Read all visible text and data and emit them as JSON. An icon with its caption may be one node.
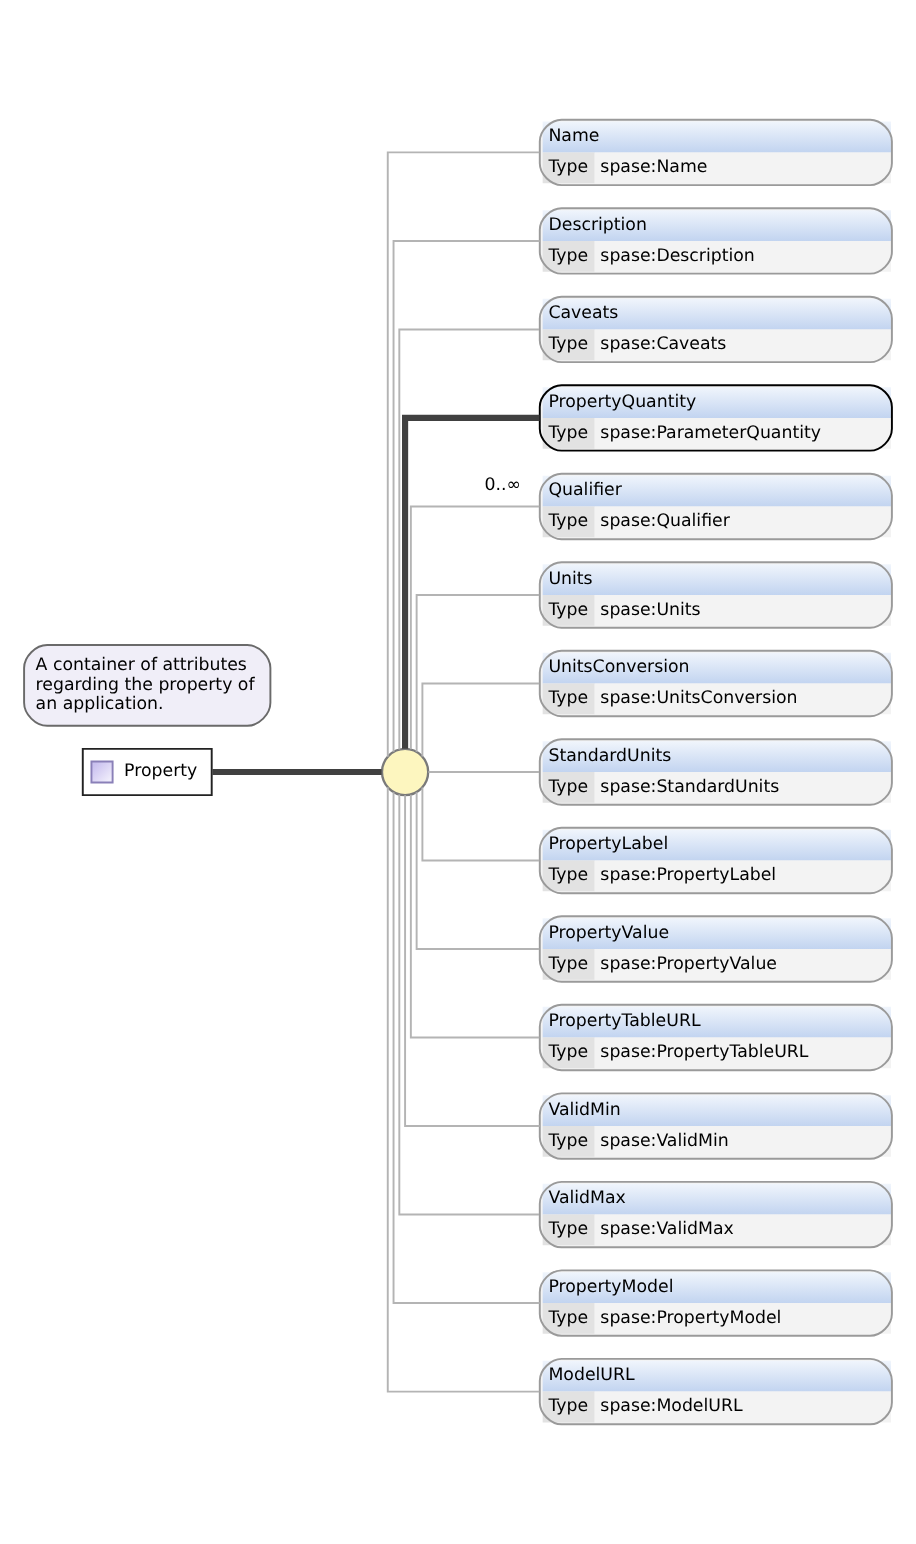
{
  "diagram": {
    "nodes": [
      {
        "text": [
          "Property"
        ]
      },
      {
        "text": [
          "A container of attributes regarding the property of an application."
        ]
      },
      {
        "text": [],
        "shape": "circle"
      },
      {
        "text": [
          "Name",
          "Type",
          "spase:Name"
        ]
      },
      {
        "text": [
          "Description",
          "Type",
          "spase:Description"
        ]
      },
      {
        "text": [
          "Caveats",
          "Type",
          "spase:Caveats"
        ]
      },
      {
        "text": [
          "PropertyQuantity",
          "Type",
          "spase:ParameterQuantity"
        ]
      },
      {
        "text": [
          "Qualifier",
          "Type",
          "spase:Qualifier"
        ],
        "beside": [
          "0..∞"
        ]
      },
      {
        "text": [
          "Units",
          "Type",
          "spase:Units"
        ]
      },
      {
        "text": [
          "UnitsConversion",
          "Type",
          "spase:UnitsConversion"
        ]
      },
      {
        "text": [
          "StandardUnits",
          "Type",
          "spase:StandardUnits"
        ]
      },
      {
        "text": [
          "PropertyLabel",
          "Type",
          "spase:PropertyLabel"
        ]
      },
      {
        "text": [
          "PropertyValue",
          "Type",
          "spase:PropertyValue"
        ]
      },
      {
        "text": [
          "PropertyTableURL",
          "Type",
          "spase:PropertyTableURL"
        ]
      },
      {
        "text": [
          "ValidMin",
          "Type",
          "spase:ValidMin"
        ]
      },
      {
        "text": [
          "ValidMax",
          "Type",
          "spase:ValidMax"
        ]
      },
      {
        "text": [
          "PropertyModel",
          "Type",
          "spase:PropertyModel"
        ]
      },
      {
        "text": [
          "ModelURL",
          "Type",
          "spase:ModelURL"
        ]
      }
    ],
    "edges": [
      {
        "from": 0,
        "to": 2,
        "arrow": "none",
        "style": "thick",
        "color": "#404040"
      },
      {
        "from": 2,
        "to": 3,
        "arrow": "none"
      },
      {
        "from": 2,
        "to": 4,
        "arrow": "none"
      },
      {
        "from": 2,
        "to": 5,
        "arrow": "none"
      },
      {
        "from": 2,
        "to": 6,
        "arrow": "none",
        "style": "thick",
        "color": "#404040"
      },
      {
        "from": 2,
        "to": 7,
        "arrow": "none"
      },
      {
        "from": 2,
        "to": 8,
        "arrow": "none"
      },
      {
        "from": 2,
        "to": 9,
        "arrow": "none"
      },
      {
        "from": 2,
        "to": 10,
        "arrow": "none"
      },
      {
        "from": 2,
        "to": 11,
        "arrow": "none"
      },
      {
        "from": 2,
        "to": 12,
        "arrow": "none"
      },
      {
        "from": 2,
        "to": 13,
        "arrow": "none"
      },
      {
        "from": 2,
        "to": 14,
        "arrow": "none"
      },
      {
        "from": 2,
        "to": 15,
        "arrow": "none"
      },
      {
        "from": 2,
        "to": 16,
        "arrow": "none"
      },
      {
        "from": 2,
        "to": 17,
        "arrow": "none"
      }
    ]
  }
}
